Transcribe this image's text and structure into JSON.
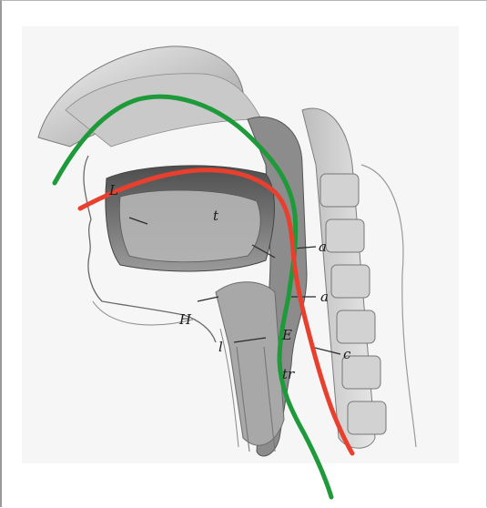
{
  "figure": {
    "labels": {
      "palate": "L",
      "tongue": "t",
      "pharynx_upper": "a",
      "pharynx_mid": "a",
      "pharynx_low": "c",
      "hyoid": "H",
      "larynx": "l",
      "trachea": "tr",
      "esophagus": "E"
    },
    "colors": {
      "airway_path": "#1f9a3a",
      "food_path": "#e8402e",
      "tissue_dark": "#6e6e6e",
      "tissue_mid": "#a9a9a9",
      "tissue_light": "#d9d9d9",
      "ink": "#2a2a2a"
    },
    "paths": {
      "green": "airway-route",
      "red": "food-route"
    }
  }
}
